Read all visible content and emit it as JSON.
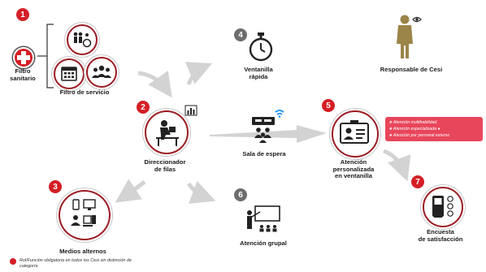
{
  "badges": {
    "b1": "1",
    "b2": "2",
    "b3": "3",
    "b4": "4",
    "b5": "5",
    "b6": "6",
    "b7": "7"
  },
  "labels": {
    "filtro_sanitario": "Filtro\nsanitario",
    "filtro_servicio": "Filtro de servicio",
    "direccionador": "Direccionador\nde filas",
    "medios_alternos": "Medios alternos",
    "ventanilla_rapida": "Ventanilla\nrápida",
    "sala_espera": "Sala de espera",
    "atencion_grupal": "Atención grupal",
    "atencion_personalizada": "Atención\npersonalizada\nen ventanilla",
    "encuesta": "Encuesta\nde satisfacción",
    "responsable": "Responsable de Cesi"
  },
  "attention_types": [
    "Atención multihabilidad",
    "Atención especializada",
    "Atención por personal externo"
  ],
  "legend": {
    "text": "Rol/Función obligatoria en todos los Cesi sin distinción de\ncategoría"
  },
  "colors": {
    "required_red": "#d41f26",
    "optional_gray": "#6d6d6d",
    "ring_dark_red": "#9b1b21",
    "highlight_pink": "#e8465b",
    "wifi_blue": "#1e90ff"
  }
}
